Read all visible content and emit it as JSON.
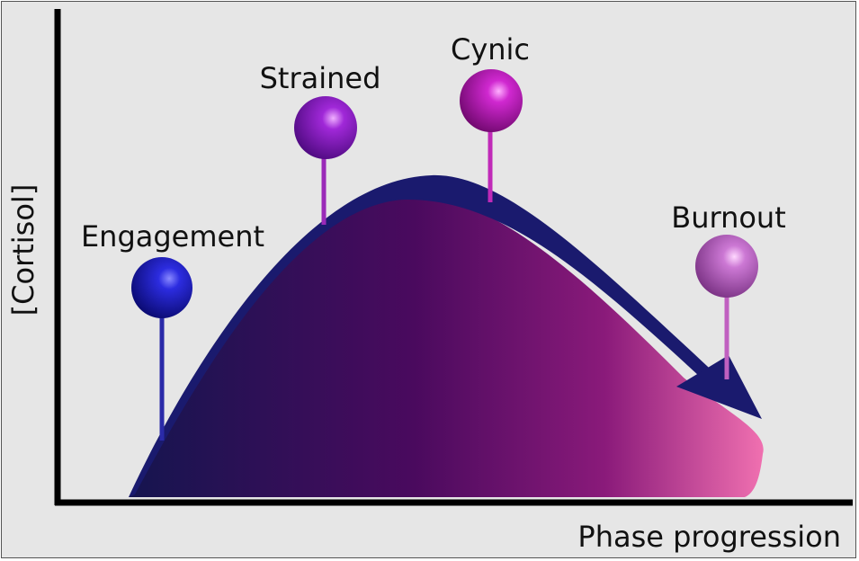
{
  "axes": {
    "y_label": "[Cortisol]",
    "x_label": "Phase progression"
  },
  "phases": [
    {
      "label": "Engagement",
      "color": "#1a1ab8"
    },
    {
      "label": "Strained",
      "color": "#8a1ec4"
    },
    {
      "label": "Cynic",
      "color": "#c21ec4"
    },
    {
      "label": "Burnout",
      "color": "#c060c8"
    }
  ],
  "colors": {
    "background": "#e6e6e6",
    "axis": "#000000",
    "arrow": "#1a1a6e",
    "fill_start": "#15154f",
    "fill_mid": "#4a0a5e",
    "fill_end": "#f070b0"
  }
}
